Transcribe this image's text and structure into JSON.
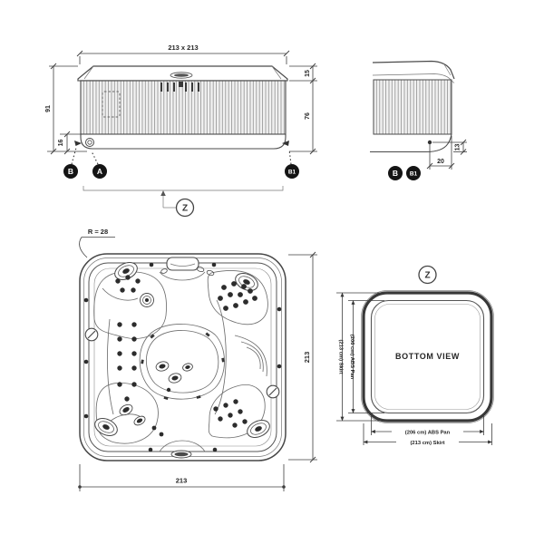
{
  "front_view": {
    "dim_footprint": "213 x 213",
    "dim_height": "91",
    "dim_base": "16",
    "dim_cover": "15",
    "dim_skirt": "76",
    "callout_b": "B",
    "callout_a": "A",
    "callout_b1": "B1",
    "detail_marker": "Z"
  },
  "corner_view": {
    "dim_step_height": "13",
    "dim_step_depth": "20",
    "callout_b": "B",
    "callout_b1": "B1"
  },
  "plan_view": {
    "radius_label": "R = 28",
    "dim_side_right": "213",
    "dim_side_bottom": "213"
  },
  "bottom_view": {
    "detail_marker": "Z",
    "title": "BOTTOM VIEW",
    "dim_pan_left": "(206 cm) ABS Pan",
    "dim_skirt_left": "(213 cm) Skirt",
    "dim_pan_bottom": "(206 cm) ABS Pan",
    "dim_skirt_bottom": "(213 cm) Skirt"
  },
  "colors": {
    "line": "#4a4a4a",
    "dim": "#3f3f3f",
    "text": "#262626",
    "callout_bg": "#141414",
    "callout_fg": "#ffffff",
    "rib": "#8f8f8f",
    "skirt_fill": "#f1f1f1",
    "band": "#383838"
  }
}
